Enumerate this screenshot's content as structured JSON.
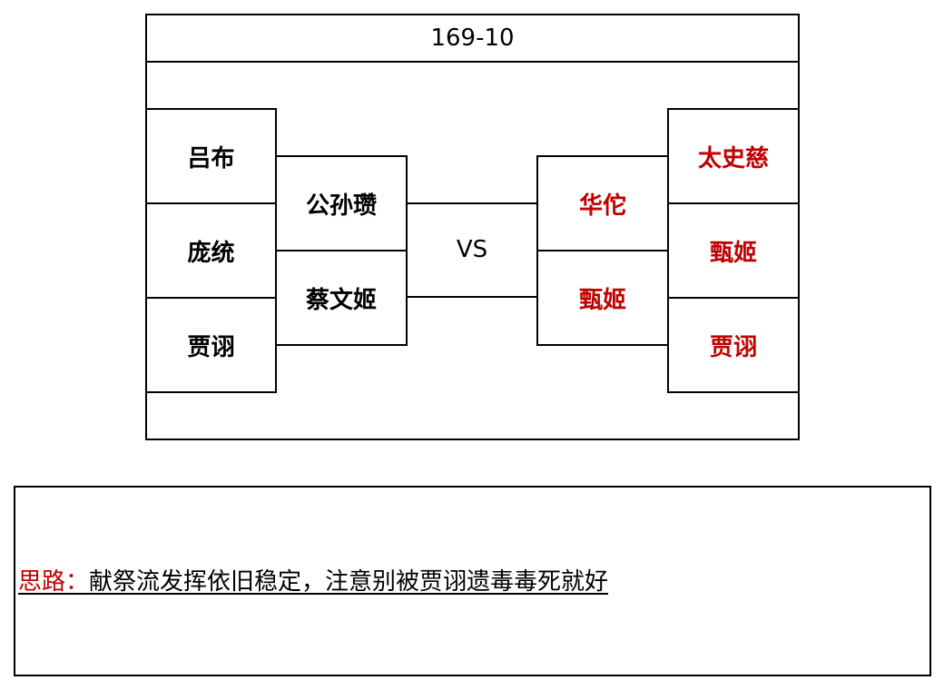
{
  "match": {
    "score": "169-10",
    "vs_label": "VS",
    "left_team": {
      "outer": [
        "吕布",
        "庞统",
        "贾诩"
      ],
      "inner": [
        "公孙瓒",
        "蔡文姬"
      ]
    },
    "right_team": {
      "inner": [
        "华佗",
        "甄姬"
      ],
      "outer": [
        "太史慈",
        "甄姬",
        "贾诩"
      ],
      "text_color": "#c00000"
    }
  },
  "note": {
    "label": "思路：",
    "text": "献祭流发挥依旧稳定，注意别被贾诩遗毒毒死就好",
    "label_color": "#c00000"
  }
}
